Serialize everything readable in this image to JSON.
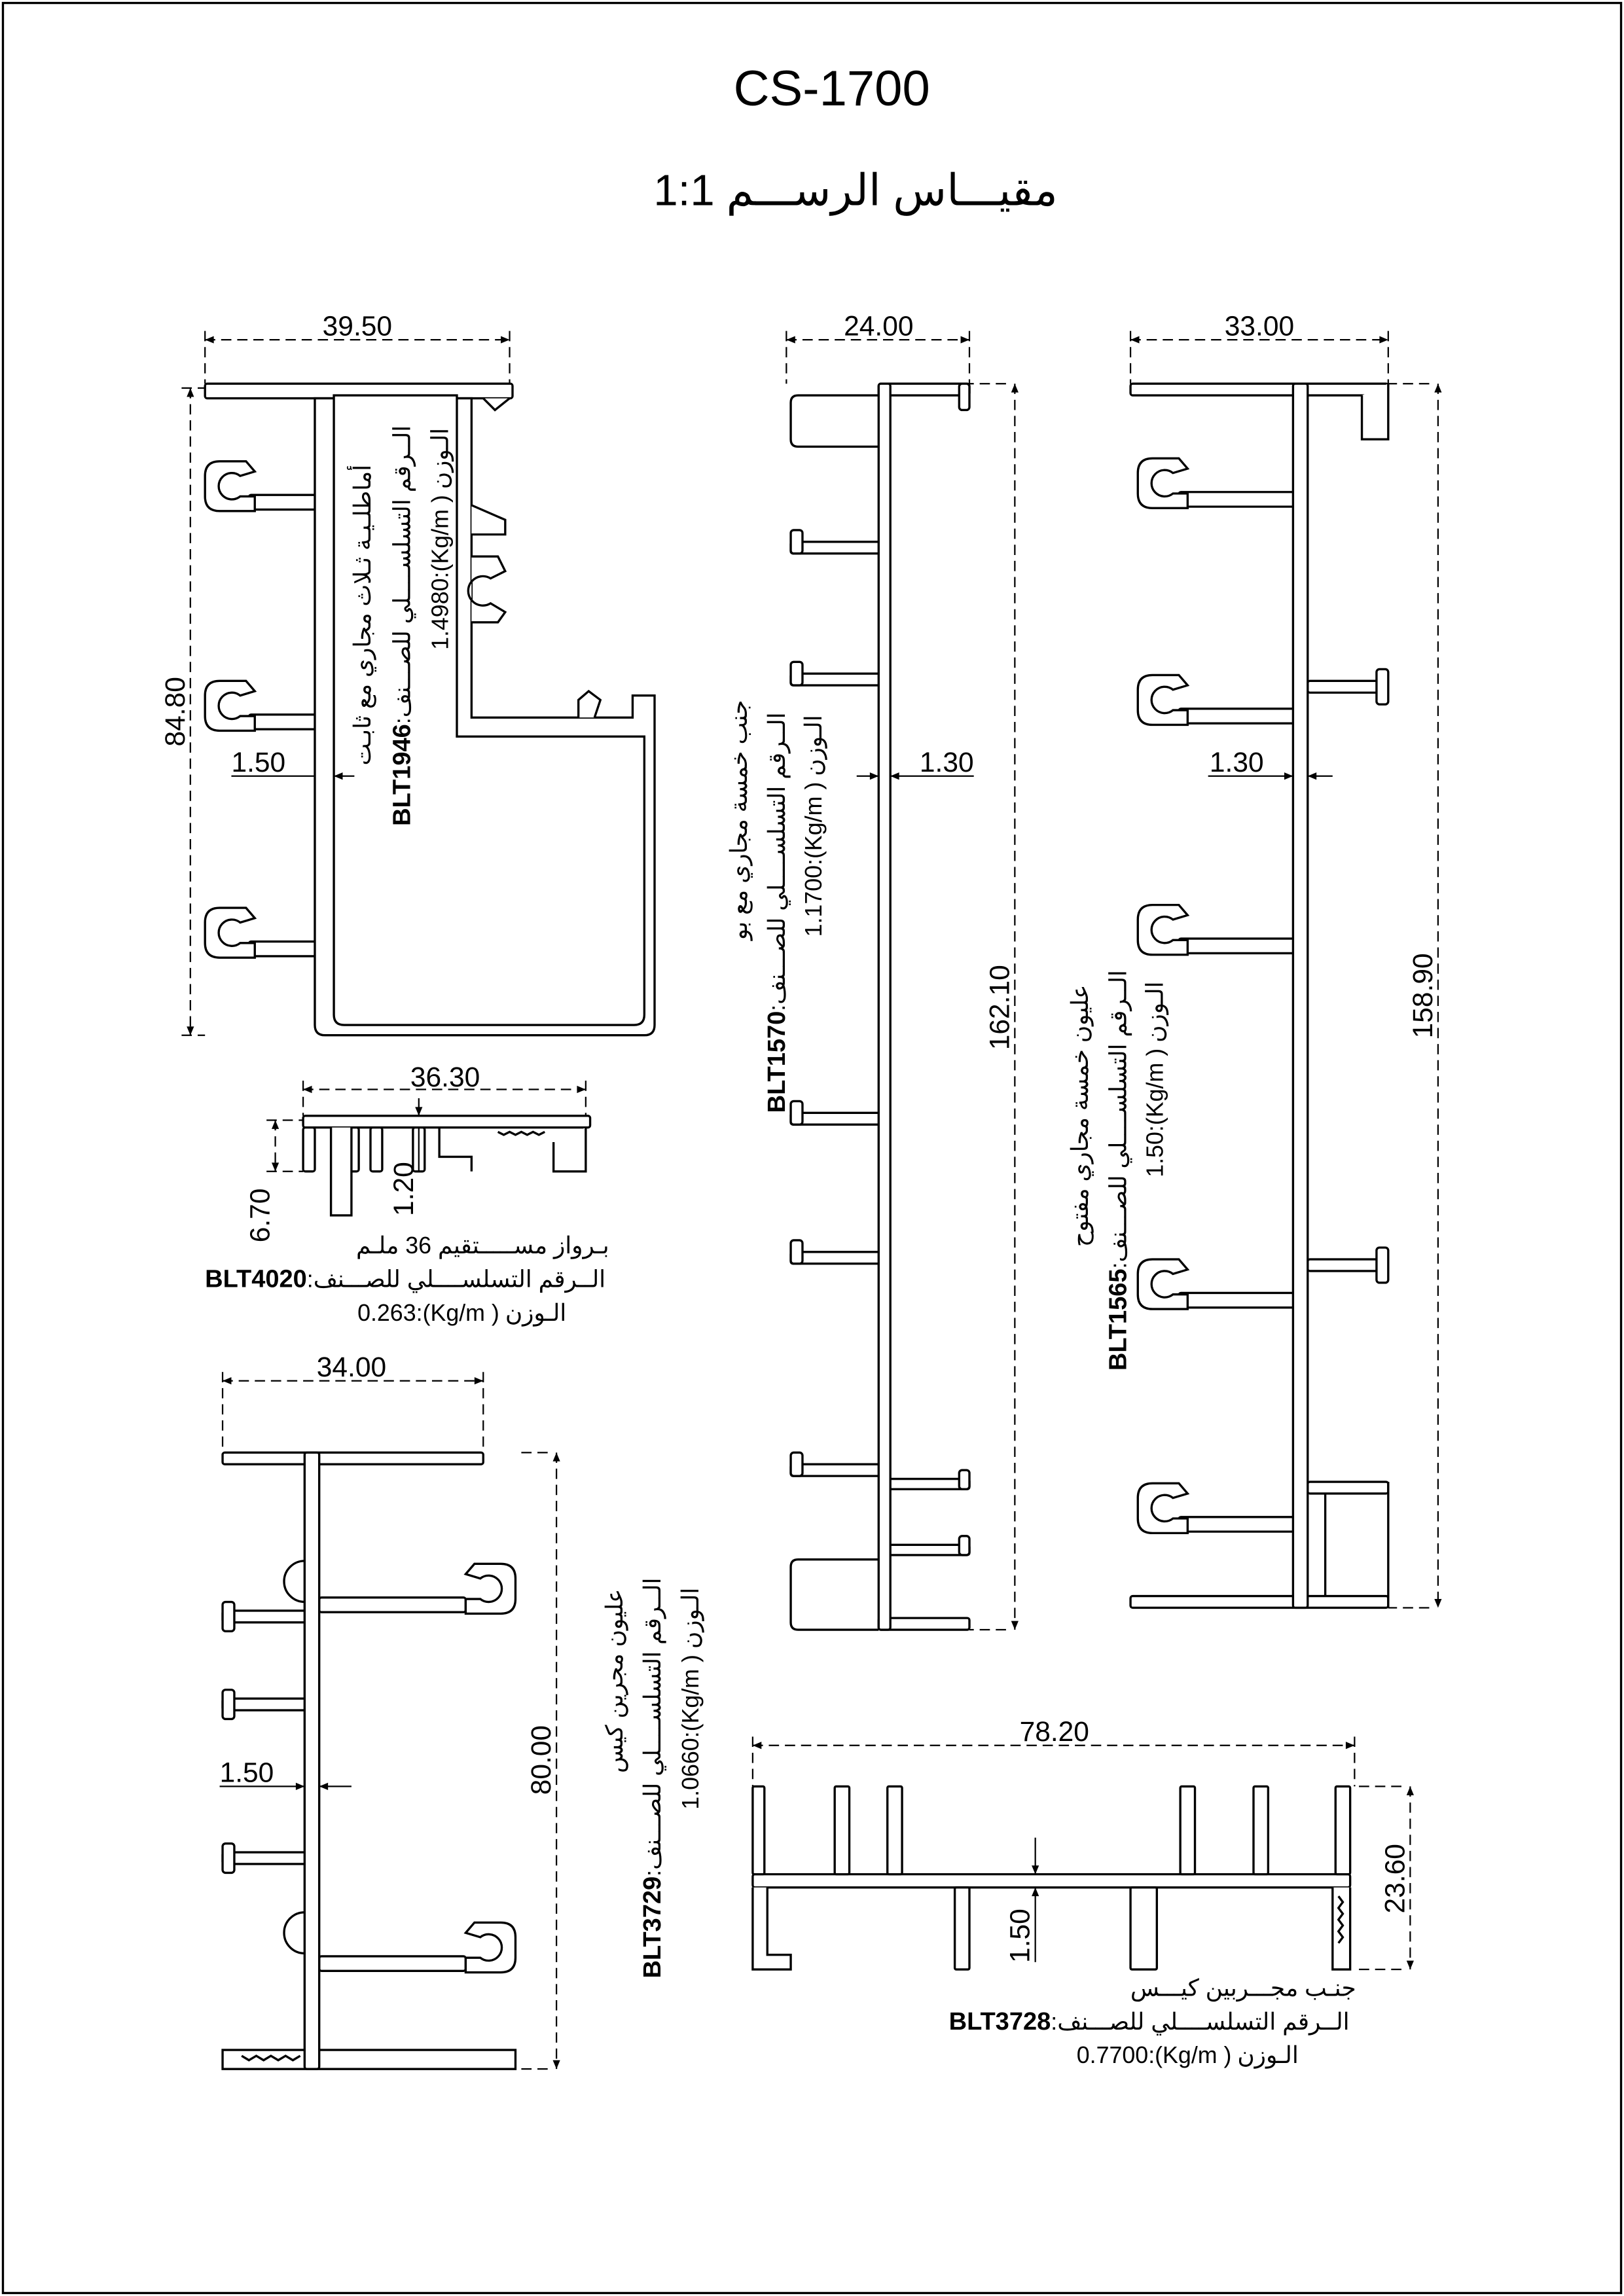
{
  "title": "CS-1700",
  "scale": {
    "label": "مقيـــاس الرســـم",
    "value": "1:1"
  },
  "separator": ":",
  "weight_unit": "(Kg/m )",
  "serial_label": "الــرقم التسلســــلي للصـــنف",
  "weight_label": "الـوزن",
  "profiles": {
    "blt1946": {
      "code": "BLT1946",
      "name": "أماطلـيـة ثـلاث مجاري مع ثابـت",
      "weight": "1.4980",
      "width": "39.50",
      "height": "84.80",
      "thickness": "1.50"
    },
    "blt1570": {
      "code": "BLT1570",
      "name": "جنب خمسة مجاري مع بو",
      "weight": "1.1700",
      "width": "24.00",
      "height": "162.10",
      "thickness": "1.30"
    },
    "blt1565": {
      "code": "BLT1565",
      "name": "عليون خمسة مجاري مفتوح",
      "weight": "1.50",
      "width": "33.00",
      "height": "158.90",
      "thickness": "1.30"
    },
    "blt4020": {
      "code": "BLT4020",
      "name": "بـرواز مســـــتقيم 36 ملـم",
      "weight": "0.263",
      "width": "36.30",
      "height": "6.70",
      "thickness": "1.20"
    },
    "blt3729": {
      "code": "BLT3729",
      "name": "عليون مجرين كيس",
      "weight": "1.0660",
      "width": "34.00",
      "height": "80.00",
      "thickness": "1.50"
    },
    "blt3728": {
      "code": "BLT3728",
      "name": "جنـب مجـــربين كيـــس",
      "weight": "0.7700",
      "width": "78.20",
      "height": "23.60",
      "thickness": "1.50"
    }
  }
}
